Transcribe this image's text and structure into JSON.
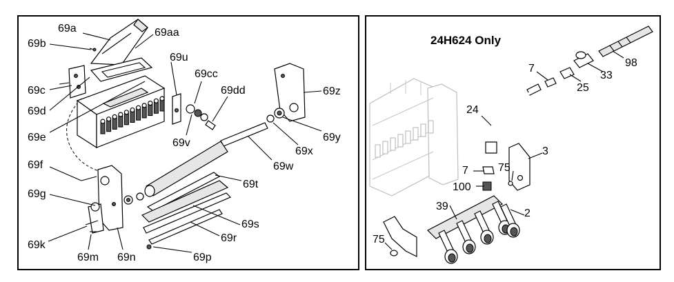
{
  "left_panel": {
    "callouts": [
      "69a",
      "69aa",
      "69b",
      "69c",
      "69d",
      "69e",
      "69u",
      "69cc",
      "69dd",
      "69z",
      "69y",
      "69x",
      "69v",
      "69w",
      "69t",
      "69f",
      "69g",
      "69s",
      "69r",
      "69k",
      "69m",
      "69n",
      "69p"
    ]
  },
  "right_panel": {
    "title": "24H624 Only",
    "callouts": [
      "7",
      "98",
      "25",
      "33",
      "24",
      "3",
      "7",
      "75",
      "100",
      "39",
      "2",
      "75"
    ]
  }
}
